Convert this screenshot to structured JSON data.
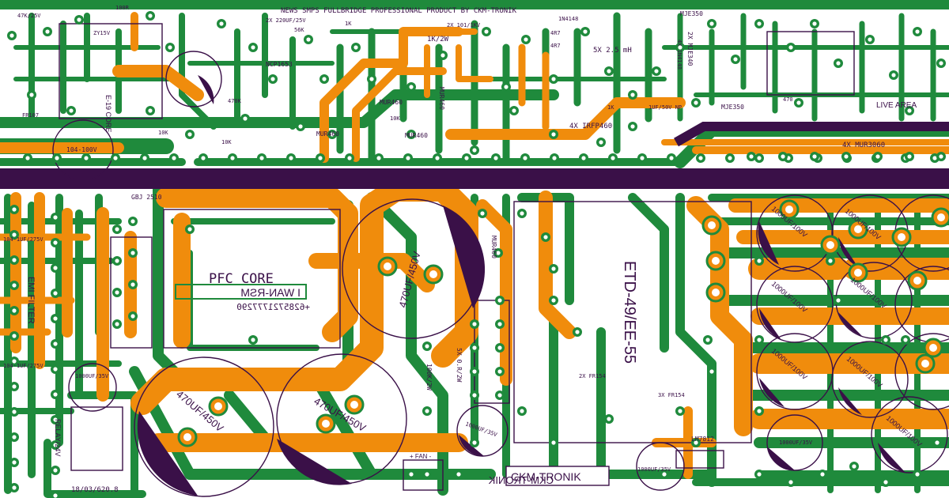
{
  "board": {
    "title": "NEWS SMPS FULLBRIDGE PROFESSIONAL PRODUCT BY CKM-TRONIK",
    "brand": "CKM-TRONIK",
    "brand_mirrored": "CKM-TRONIK",
    "date_code": "18/03/620.8",
    "phone_mirrored": "+6285721777290",
    "author_mirrored": "I WAN-RSM",
    "live_area": "LIVE AREA",
    "colors": {
      "background": "#ffffff",
      "copper_bottom": "#1f8a3c",
      "copper_top": "#f08c0c",
      "silkscreen": "#3a1048",
      "pad": "#ffffff"
    }
  },
  "labels": {
    "e19_core": "E-19 CORE",
    "zy15v": "ZY15V",
    "r100": "100R",
    "r47k": "47K/25V",
    "cap_220uf": "2X 220UF/25V",
    "r56k": "56K",
    "r1k": "1K",
    "ncp1653": "NCP1653",
    "cap_101": "2X 101/1KV",
    "r1k2w": "1K/2W",
    "in4148_top": "1N4148",
    "r4r7_a": "4R7",
    "r4r7_b": "4R7",
    "inductor": "5X 2.5 mH",
    "mje350_a": "MJE350",
    "mje350_b": "MJE350",
    "mje340": "2X MJE340",
    "in4148_mid": "4X 1N4148",
    "mur460_a": "MUR460",
    "mur460_b": "MUR460",
    "mur460_c": "MUR460",
    "mur460_d": "MUR460",
    "mur460_e": "MUR460",
    "r470k": "470K",
    "r10k_a": "10K",
    "r10k_b": "10K",
    "r10k_c": "10K",
    "r1k_b": "1K",
    "cap_104_100v": "104-100V",
    "irfp460": "4X IRFP460",
    "mur3060": "4X MUR3060",
    "cap_1uf": "1UF/50V NP",
    "gbj2510": "GBJ 2510",
    "cap_104_275v_a": "104-1UF/275V",
    "cap_104_275v_b": "104-1UF/275V",
    "emi_filter": "EMI FILTER",
    "pfc_core": "PFC CORE",
    "bulk_cap_1": "470UF/450V",
    "bulk_cap_2": "470UF/450V",
    "bulk_cap_3": "470UF/450V",
    "transformer": "ETD-49/EE-55",
    "res_100k": "100K/2W",
    "res_5x": "5X 0.R/2W",
    "fr154_a": "3X FR154",
    "fr154_b": "2X FR154",
    "lm7812": "LM7812",
    "out_cap_1": "1000UF/100V",
    "out_cap_2": "1000UF/100V",
    "out_cap_3": "1000UF/100V",
    "out_cap_4": "1000UF/100V",
    "out_cap_5": "1000UF/100V",
    "out_cap_6": "1000UF/100V",
    "out_cap_7": "1000UF/100V",
    "cap_1000_35_a": "1000UF/35V",
    "cap_1000_35_b": "1000UF/35V",
    "cap_1000_35_c": "1000UF/35V",
    "cap_1000_35_d": "1000UF/35V",
    "relay": "RELAY/24V",
    "fan": "+ FAN -",
    "r470": "470",
    "fr107": "FR107"
  },
  "icons": {
    "heatsink_bar": "heatsink-bar",
    "capacitor_circle": "capacitor-outline",
    "diode": "diode-symbol"
  }
}
